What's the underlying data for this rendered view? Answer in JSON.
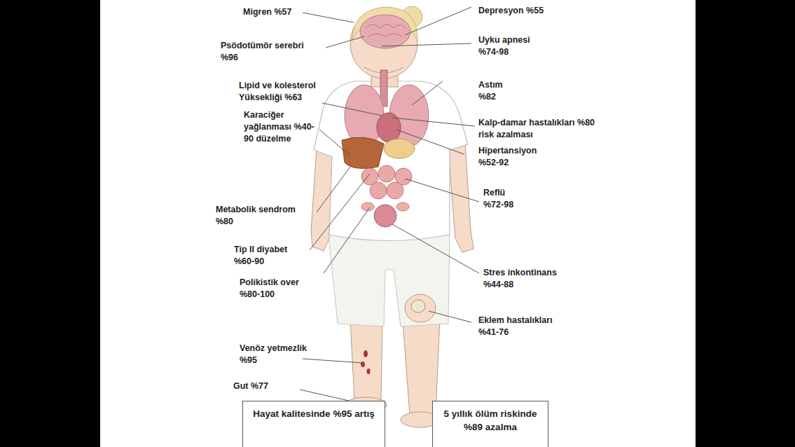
{
  "diagram": {
    "nodes": [
      {
        "text": [
          "Hayat kalitesinde %95 artış"
        ]
      },
      {
        "text": [
          "5 yıllık ölüm riskinde %89 azalma"
        ]
      }
    ],
    "labels": [
      "Migren %57",
      "Psödotümör serebri %96",
      "Lipid ve kolesterol Yüksekliği %63",
      "Karaciğer yağlanması %40-90 düzelme",
      "Metabolik sendrom %80",
      "Tip II diyabet %60-90",
      "Polikistik over %80-100",
      "Venöz yetmezlik %95",
      "Gut %77",
      "Depresyon %55",
      "Uyku apnesi %74-98",
      "Astım %82",
      "Kalp-damar hastalıkları %80 risk azalması",
      "Hipertansiyon %52-92",
      "Reflü %72-98",
      "Stres inkontinans %44-88",
      "Eklem hastalıkları %41-76"
    ]
  }
}
